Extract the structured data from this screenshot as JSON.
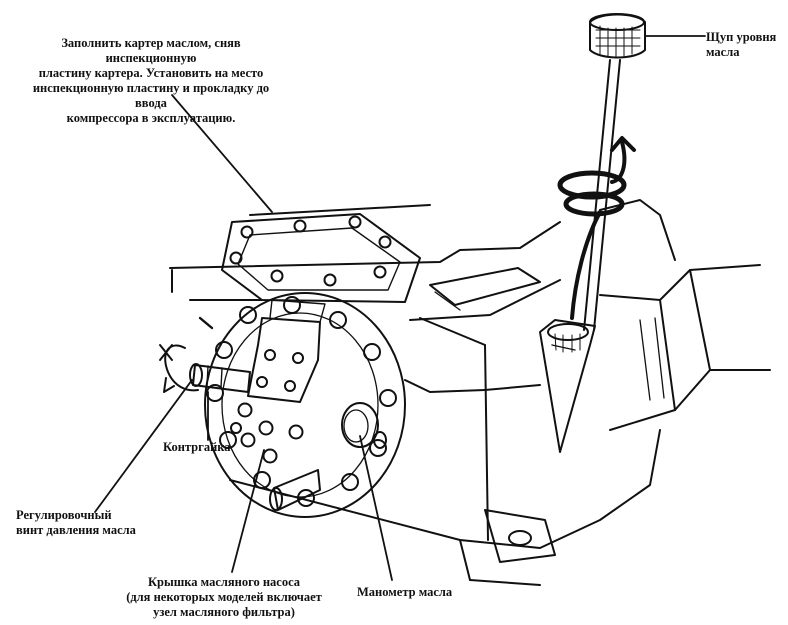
{
  "labels": {
    "fill_instruction": "Заполнить картер маслом, сняв инспекционную\nпластину картера. Установить на место\nинспекционную пластину и прокладку до ввода\nкомпрессора в эксплуатацию.",
    "dipstick": "Щуп уровня\nмасла",
    "locknut": "Контргайка",
    "adjust_screw": "Регулировочный\nвинт давления масла",
    "pump_cover": "Крышка масляного насоса\n(для некоторых моделей включает\nузел масляного фильтра)",
    "gauge": "Манометр масла"
  },
  "colors": {
    "ink": "#111111",
    "paper": "#ffffff"
  }
}
